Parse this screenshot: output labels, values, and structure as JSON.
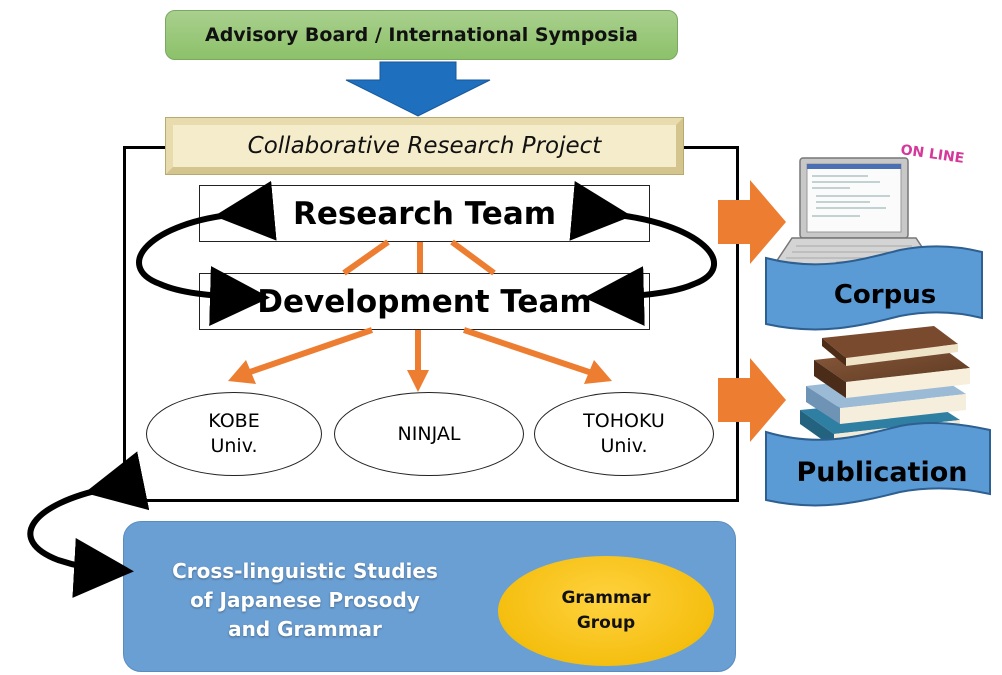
{
  "advisory_board": "Advisory Board / International Symposia",
  "project_title": "Collaborative Research Project",
  "teams": {
    "research": "Research Team",
    "development": "Development Team"
  },
  "institutions": {
    "kobe": [
      "KOBE",
      "Univ."
    ],
    "ninjal": "NINJAL",
    "tohoku": [
      "TOHOKU",
      "Univ."
    ]
  },
  "cross_linguistic": [
    "Cross-linguistic Studies",
    "of Japanese Prosody",
    "and Grammar"
  ],
  "grammar_group": [
    "Grammar",
    "Group"
  ],
  "outputs": {
    "online": "ON LINE",
    "corpus": "Corpus",
    "publication": "Publication"
  },
  "colors": {
    "advisory_green": "#a9d08e",
    "down_arrow_blue": "#1f6fbf",
    "orange_arrow": "#ed7d31",
    "banner_blue": "#5b9bd5",
    "cross_box_blue": "#6a9fd4",
    "grammar_yellow": "#f5bf10",
    "online_pink": "#d4399a"
  }
}
